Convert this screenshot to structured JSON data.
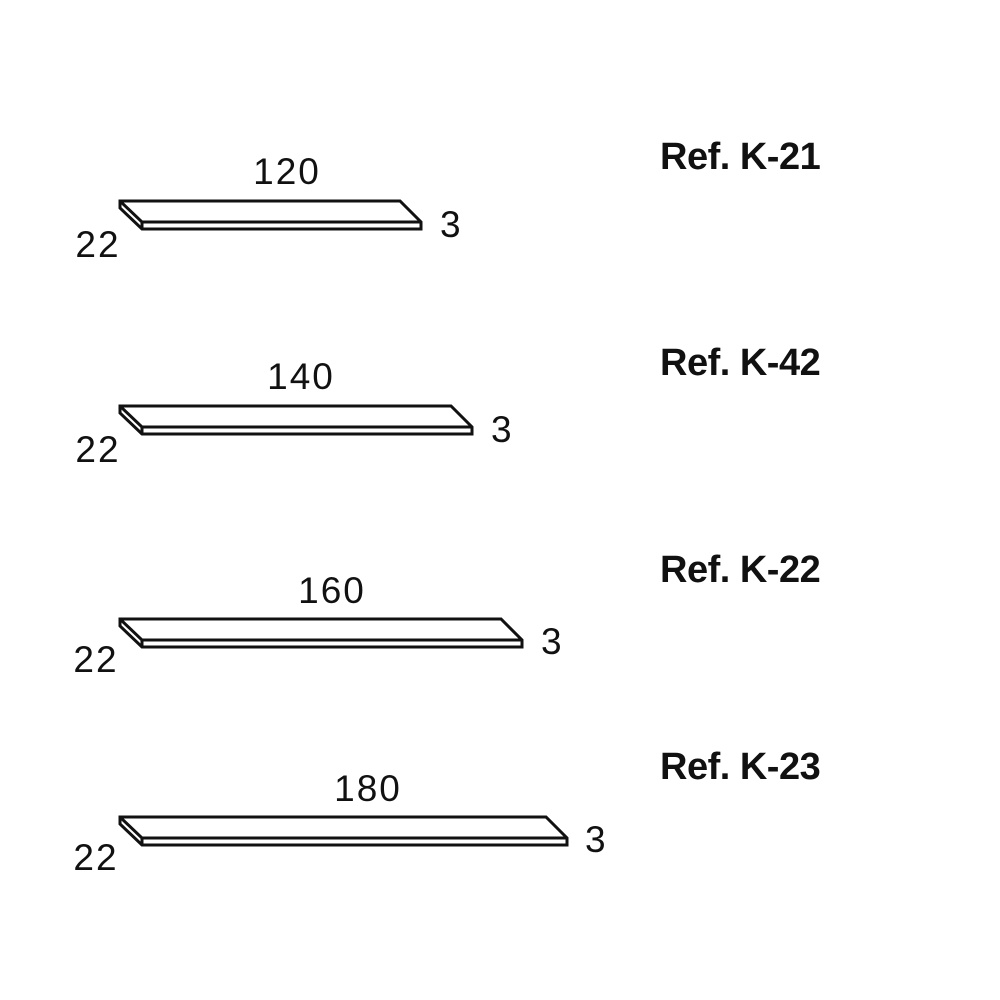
{
  "shelves": [
    {
      "ref": "Ref. K-21",
      "length": "120",
      "depth": "22",
      "thickness": "3"
    },
    {
      "ref": "Ref. K-42",
      "length": "140",
      "depth": "22",
      "thickness": "3"
    },
    {
      "ref": "Ref. K-22",
      "length": "160",
      "depth": "22",
      "thickness": "3"
    },
    {
      "ref": "Ref. K-23",
      "length": "180",
      "depth": "22",
      "thickness": "3"
    }
  ]
}
